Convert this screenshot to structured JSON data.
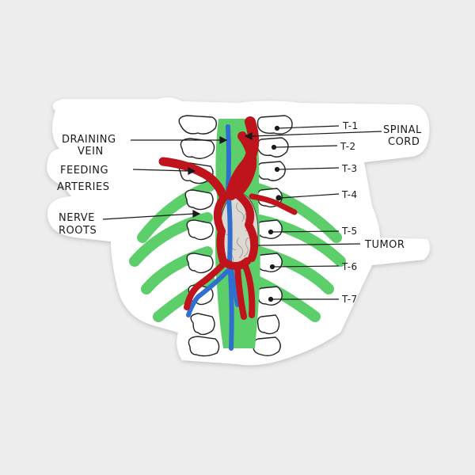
{
  "labels": {
    "draining_vein": [
      "DRAINING",
      "VEIN"
    ],
    "feeding_arteries": [
      "FEEDING",
      "ARTERIES"
    ],
    "nerve_roots": [
      "NERVE",
      "ROOTS"
    ],
    "spinal_cord": [
      "SPINAL",
      "CORD"
    ],
    "tumor": "TUMOR"
  },
  "vertebrae": [
    "T-1",
    "T-2",
    "T-3",
    "T-4",
    "T-5",
    "T-6",
    "T-7"
  ],
  "colors": {
    "background": "#ededed",
    "sticker": "#ffffff",
    "bone_outline": "#222222",
    "nerve_green": "#5ccf6a",
    "artery_red": "#c0141c",
    "vein_blue": "#2f6fd0",
    "tumor_fill": "#dcd8d2"
  }
}
